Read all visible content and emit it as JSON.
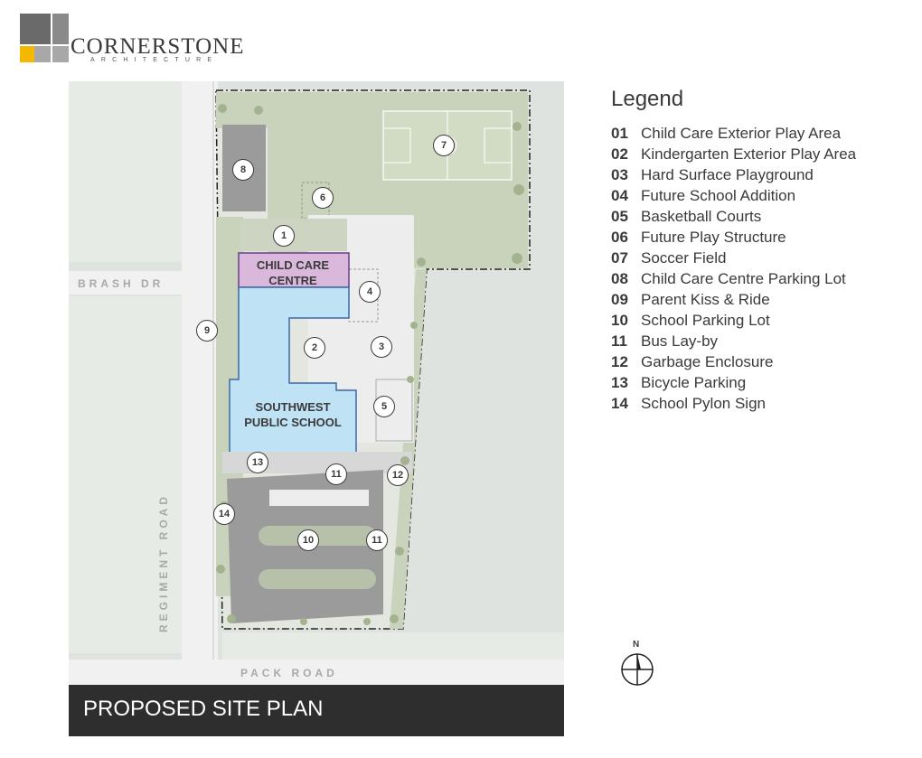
{
  "brand": {
    "name": "CORNERSTONE",
    "subtitle": "ARCHITECTURE",
    "colors": {
      "dark_gray": "#5f5f5f",
      "light_gray": "#a0a0a0",
      "yellow": "#f5b800"
    }
  },
  "roads": {
    "brash": "BRASH DR",
    "pack": "PACK ROAD",
    "regiment": "REGIMENT ROAD"
  },
  "buildings": {
    "child_care": {
      "line1": "CHILD CARE",
      "line2": "CENTRE",
      "color": "#d9b8dc"
    },
    "school": {
      "line1": "SOUTHWEST",
      "line2": "PUBLIC SCHOOL",
      "color": "#bfe2f5"
    }
  },
  "markers": [
    "1",
    "2",
    "3",
    "4",
    "5",
    "6",
    "7",
    "8",
    "9",
    "10",
    "11",
    "11",
    "12",
    "13",
    "14"
  ],
  "plan_title": "PROPOSED SITE PLAN",
  "legend": {
    "title": "Legend",
    "items": [
      {
        "num": "01",
        "label": "Child Care Exterior Play Area"
      },
      {
        "num": "02",
        "label": "Kindergarten Exterior Play Area"
      },
      {
        "num": "03",
        "label": "Hard Surface Playground"
      },
      {
        "num": "04",
        "label": "Future School Addition"
      },
      {
        "num": "05",
        "label": "Basketball Courts"
      },
      {
        "num": "06",
        "label": "Future Play Structure"
      },
      {
        "num": "07",
        "label": "Soccer Field"
      },
      {
        "num": "08",
        "label": "Child Care Centre Parking Lot"
      },
      {
        "num": "09",
        "label": "Parent Kiss & Ride"
      },
      {
        "num": "10",
        "label": "School Parking Lot"
      },
      {
        "num": "11",
        "label": "Bus Lay-by"
      },
      {
        "num": "12",
        "label": "Garbage Enclosure"
      },
      {
        "num": "13",
        "label": "Bicycle Parking"
      },
      {
        "num": "14",
        "label": "School Pylon Sign"
      }
    ]
  },
  "north_arrow": "N"
}
